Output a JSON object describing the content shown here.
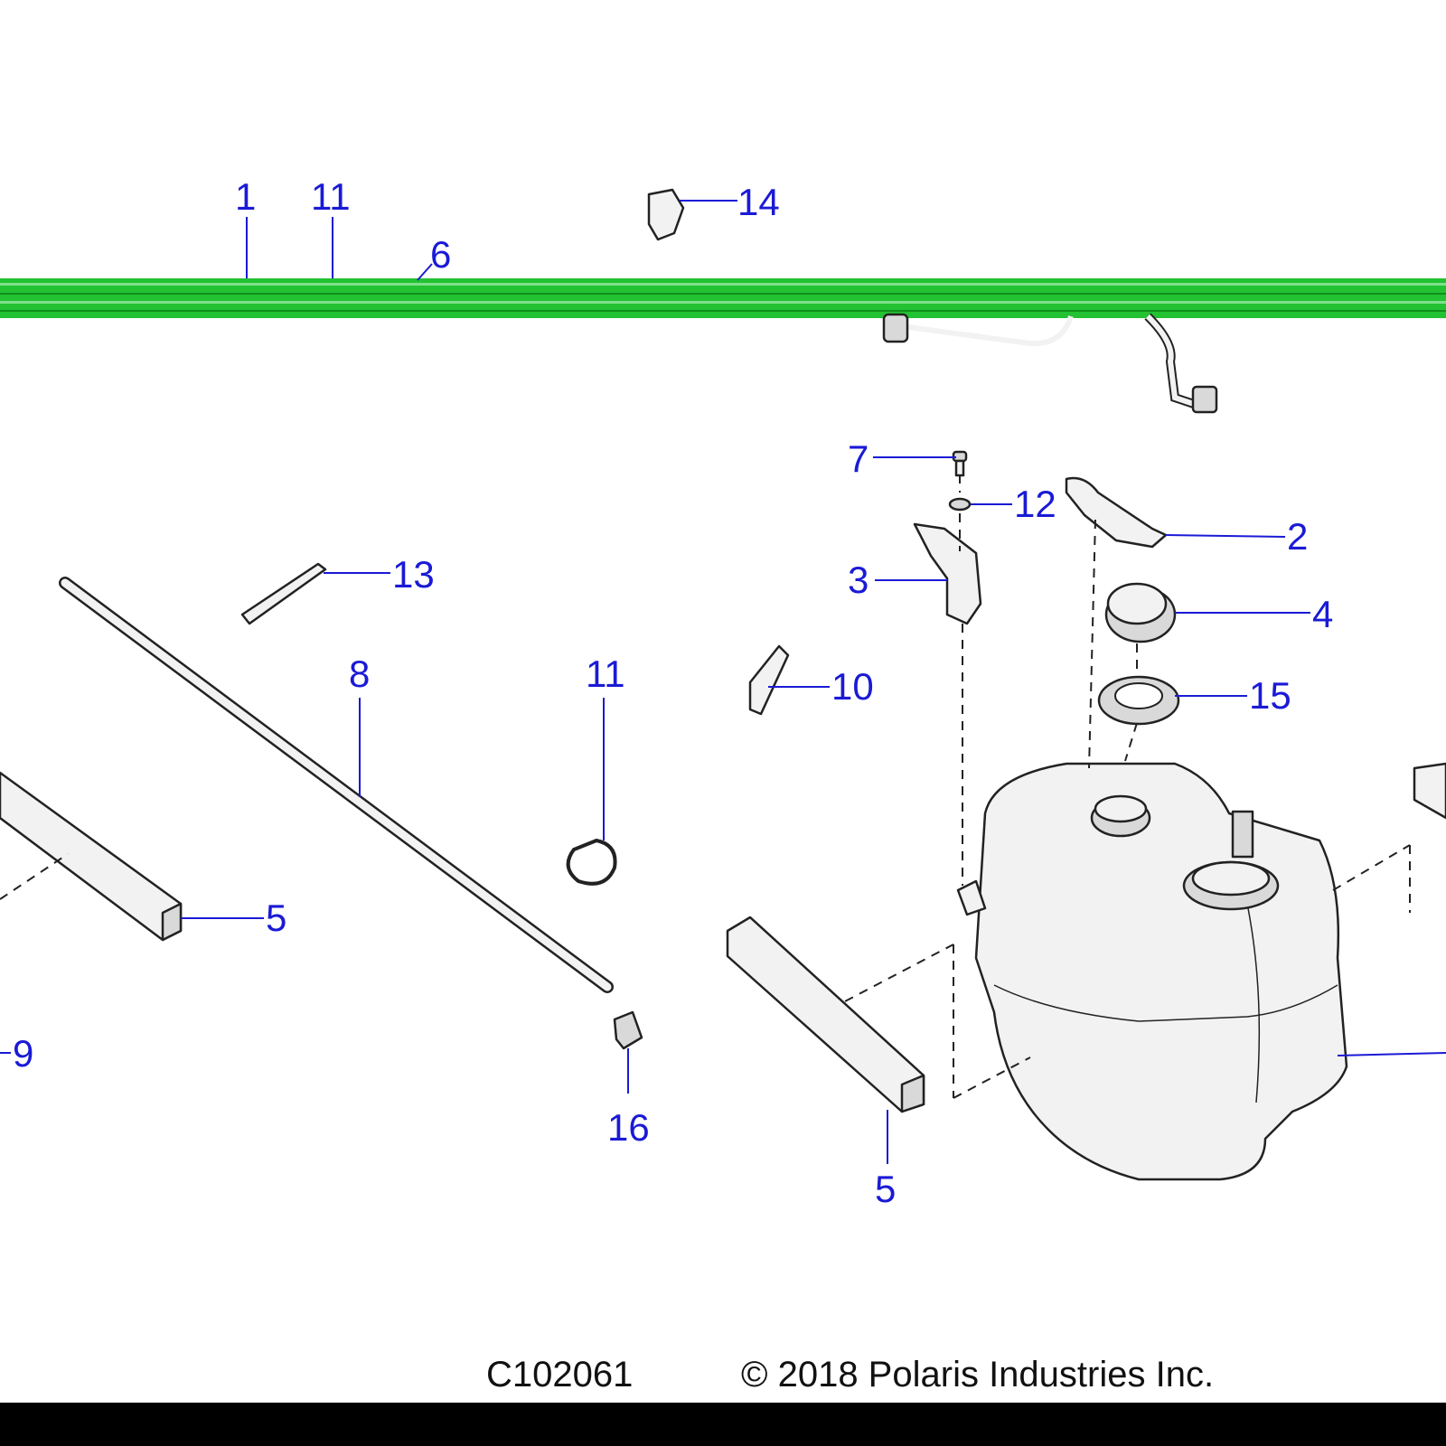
{
  "diagram": {
    "callouts": {
      "c1": "1",
      "c11_top": "11",
      "c6": "6",
      "c14": "14",
      "c7": "7",
      "c12": "12",
      "c2": "2",
      "c3": "3",
      "c13": "13",
      "c4": "4",
      "c8": "8",
      "c11_mid": "11",
      "c10": "10",
      "c15": "15",
      "c5_left": "5",
      "c9": "9",
      "c16": "16",
      "c5_bottom": "5"
    },
    "footer": {
      "code": "C102061",
      "copyright": "© 2018 Polaris Industries Inc."
    }
  },
  "colors": {
    "callout": "#1a1ad6",
    "harness": "#22c232",
    "bottom_bar": "#000000"
  }
}
